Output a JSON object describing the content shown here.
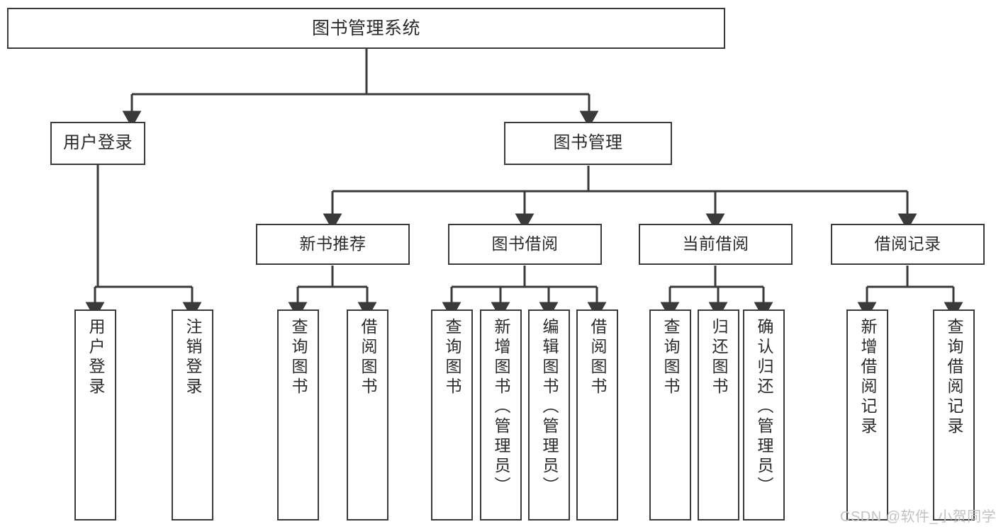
{
  "diagram": {
    "title": "图书管理系统",
    "type": "tree",
    "colors": {
      "box_border": "#3a3a3a",
      "box_fill": "#ffffff",
      "connector": "#3a3a3a",
      "text": "#2b2b2b",
      "watermark": "#c2c2c2",
      "background": "#ffffff"
    },
    "root": {
      "label": "图书管理系统"
    },
    "level2": [
      {
        "label": "用户登录"
      },
      {
        "label": "图书管理"
      }
    ],
    "level3": [
      {
        "label": "新书推荐"
      },
      {
        "label": "图书借阅"
      },
      {
        "label": "当前借阅"
      },
      {
        "label": "借阅记录"
      }
    ],
    "leaves": {
      "user_login": [
        {
          "label": "用户登录"
        },
        {
          "label": "注销登录"
        }
      ],
      "new_book_recommend": [
        {
          "label": "查询图书"
        },
        {
          "label": "借阅图书"
        }
      ],
      "book_borrow": [
        {
          "label": "查询图书"
        },
        {
          "label": "新增图书（管理员）"
        },
        {
          "label": "编辑图书（管理员）"
        },
        {
          "label": "借阅图书"
        }
      ],
      "current_borrow": [
        {
          "label": "查询图书"
        },
        {
          "label": "归还图书"
        },
        {
          "label": "确认归还（管理员）"
        }
      ],
      "borrow_record": [
        {
          "label": "新增借阅记录"
        },
        {
          "label": "查询借阅记录"
        }
      ]
    },
    "watermark": "CSDN @软件_小贺同学"
  }
}
